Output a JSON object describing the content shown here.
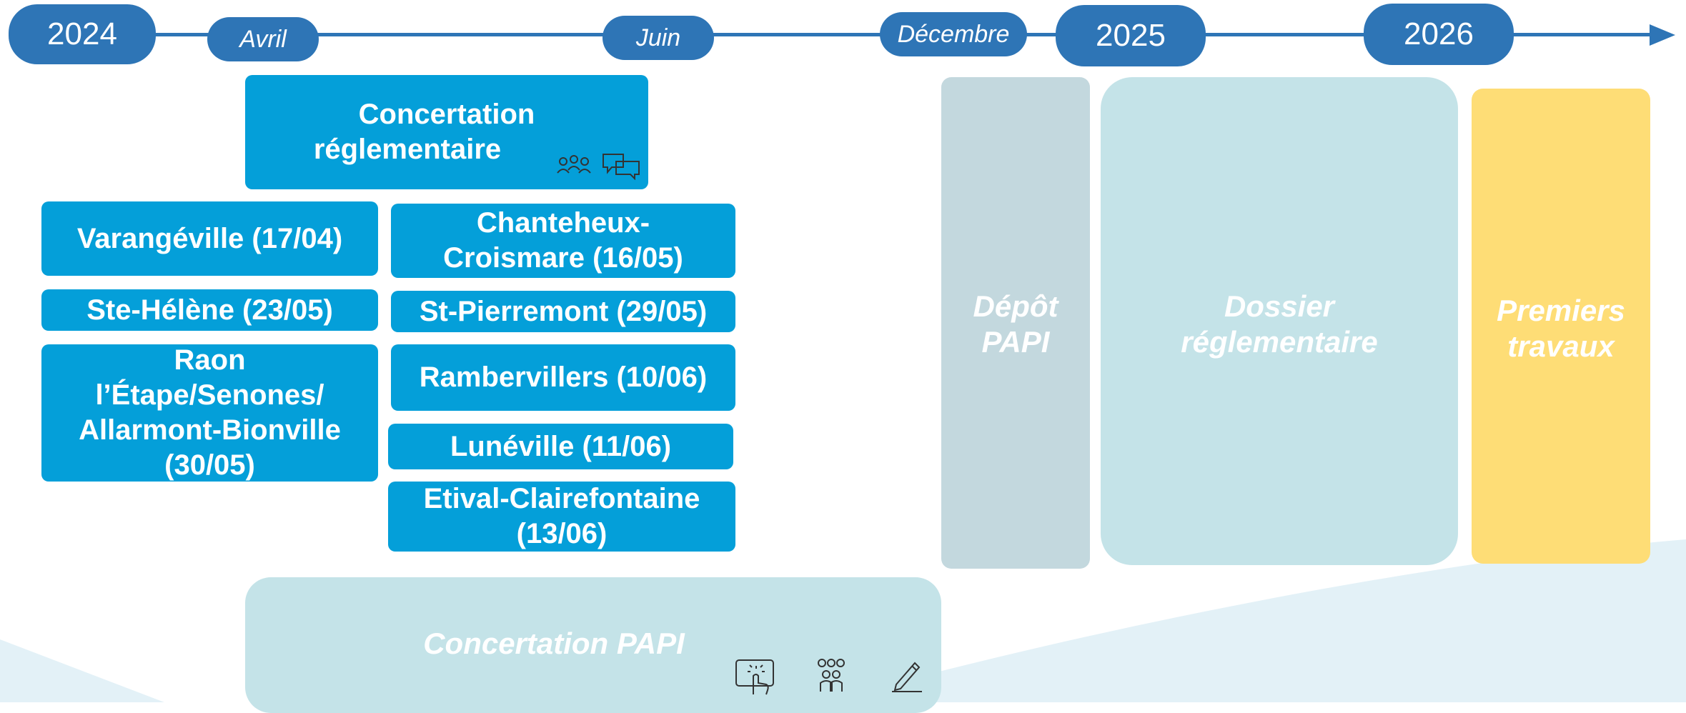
{
  "timeline": {
    "years": [
      "2024",
      "2025",
      "2026"
    ],
    "months": [
      "Avril",
      "Juin",
      "Décembre"
    ]
  },
  "concertation_reglementaire": {
    "line1": "Concertation",
    "line2": "réglementaire"
  },
  "meetings": [
    "Varangéville (17/04)",
    "Chanteheux-Croismare (16/05)",
    "Ste-Hélène (23/05)",
    "St-Pierremont (29/05)",
    "Raon l’Étape/Senones/ Allarmont-Bionville (30/05)",
    "Rambervillers (10/06)",
    "Lunéville (11/06)",
    "Etival-Clairefontaine (13/06)"
  ],
  "phases": {
    "depot": "Dépôt PAPI",
    "dossier": "Dossier réglementaire",
    "travaux": "Premiers travaux",
    "concertation_papi": "Concertation PAPI"
  },
  "colors": {
    "axis": "#2e75b6",
    "meeting_box": "#049fd9",
    "depot_box": "#c3d8de",
    "dossier_box": "#c4e3e8",
    "travaux_box": "#fedd76",
    "concertation_papi_box": "#c4e3e8",
    "background_wave": "#e3f1f7"
  },
  "icons": [
    "people-icon",
    "chat-bubbles-icon",
    "touch-tablet-icon",
    "group-icon",
    "pen-icon"
  ]
}
